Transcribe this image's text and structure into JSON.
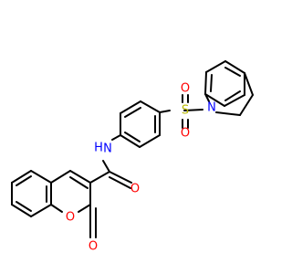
{
  "colors": {
    "bond": "#000000",
    "nitrogen": "#0000ff",
    "oxygen": "#ff0000",
    "sulfur": "#b8b800"
  },
  "atoms": {
    "sulfonyl_s": "S",
    "sulfonyl_o_upper": "O",
    "sulfonyl_o_lower": "O",
    "indoline_n": "N",
    "amide_n": "N",
    "amide_h": "H",
    "amide_o": "O",
    "ring_o": "O",
    "lactone_o": "O"
  }
}
